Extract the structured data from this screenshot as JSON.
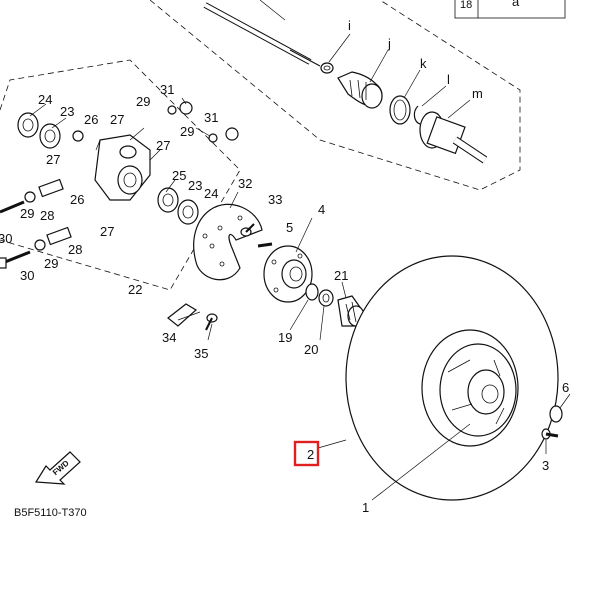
{
  "diagram": {
    "code": "B5F5110-T370",
    "fwd_label": "FWD",
    "highlight_color": "#e02020",
    "corner_box": {
      "number": "18",
      "letter": "a"
    },
    "labels": {
      "1": "1",
      "2": "2",
      "3": "3",
      "4": "4",
      "5": "5",
      "6": "6",
      "19": "19",
      "20": "20",
      "21": "21",
      "22": "22",
      "23a": "23",
      "23b": "23",
      "24a": "24",
      "24b": "24",
      "25": "25",
      "26a": "26",
      "26b": "26",
      "27a": "27",
      "27b": "27",
      "27c": "27",
      "27d": "27",
      "28a": "28",
      "28b": "28",
      "29a": "29",
      "29b": "29",
      "29c": "29",
      "29d": "29",
      "30a": "30",
      "30b": "30",
      "31a": "31",
      "31b": "31",
      "32": "32",
      "33": "33",
      "34": "34",
      "35": "35",
      "i": "i",
      "j": "j",
      "k": "k",
      "l": "l",
      "m": "m"
    }
  }
}
